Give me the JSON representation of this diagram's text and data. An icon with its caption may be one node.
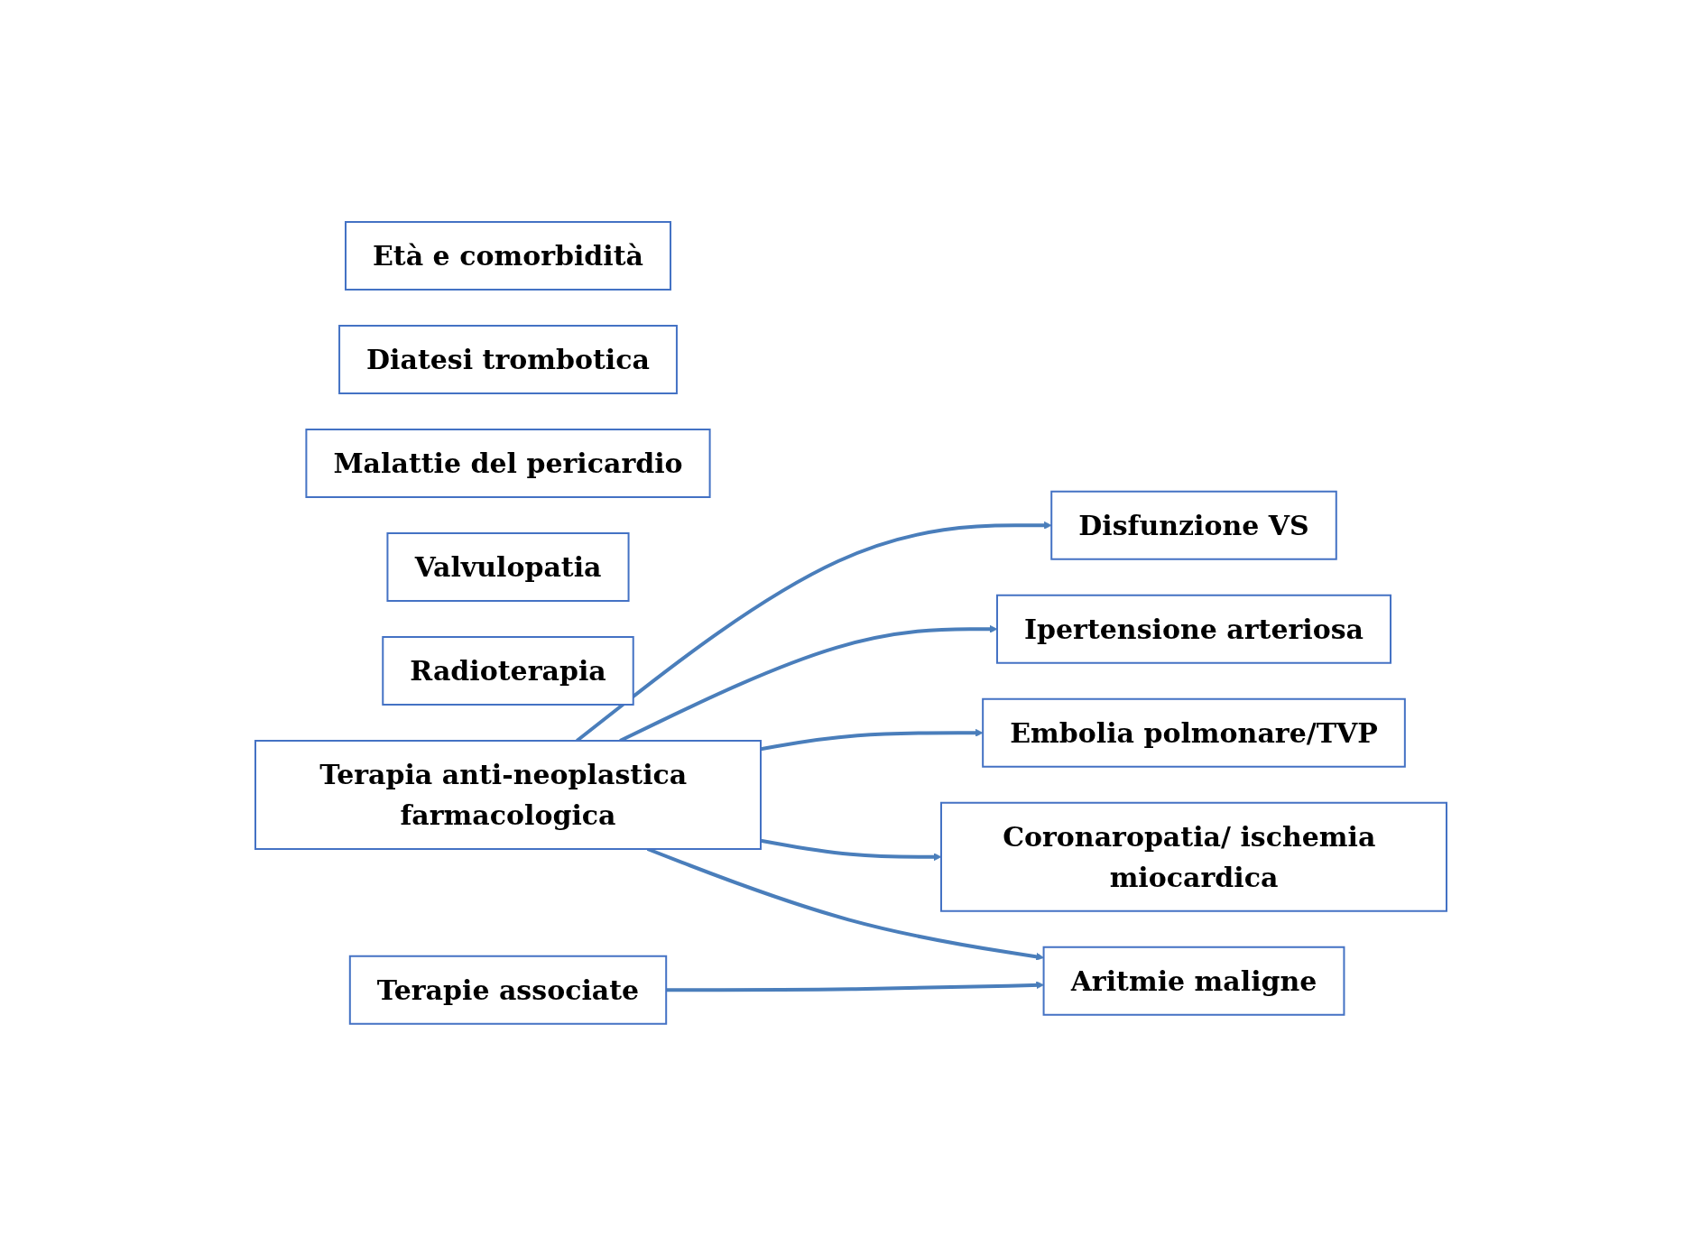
{
  "diagram": {
    "nodes": [
      {
        "text": [
          "Disfunzione VS"
        ]
      },
      {
        "text": [
          "Età e comorbidità"
        ]
      },
      {
        "text": [
          "Ipertensione arteriosa"
        ]
      },
      {
        "text": [
          "Diatesi trombotica"
        ]
      },
      {
        "text": [
          "Malattie del pericardio"
        ]
      },
      {
        "text": [
          "Valvulopatia"
        ]
      },
      {
        "text": [
          "Radioterapia"
        ]
      },
      {
        "text": [
          "Embolia polmonare/TVP"
        ]
      },
      {
        "text": [
          "Terapia anti-neoplastica farmacologica"
        ]
      },
      {
        "text": [
          "Coronaropatia/ ischemia miocardica"
        ]
      },
      {
        "text": [
          "Terapie associate"
        ]
      },
      {
        "text": [
          "Aritmie maligne"
        ]
      }
    ],
    "edges": [
      {
        "from": 8,
        "to": 0,
        "arrow": "to"
      },
      {
        "from": 8,
        "to": 2,
        "arrow": "to"
      },
      {
        "from": 8,
        "to": 7,
        "arrow": "to"
      },
      {
        "from": 8,
        "to": 9,
        "arrow": "to"
      },
      {
        "from": 8,
        "to": 11,
        "arrow": "to"
      },
      {
        "from": 10,
        "to": 11,
        "arrow": "to"
      }
    ]
  }
}
